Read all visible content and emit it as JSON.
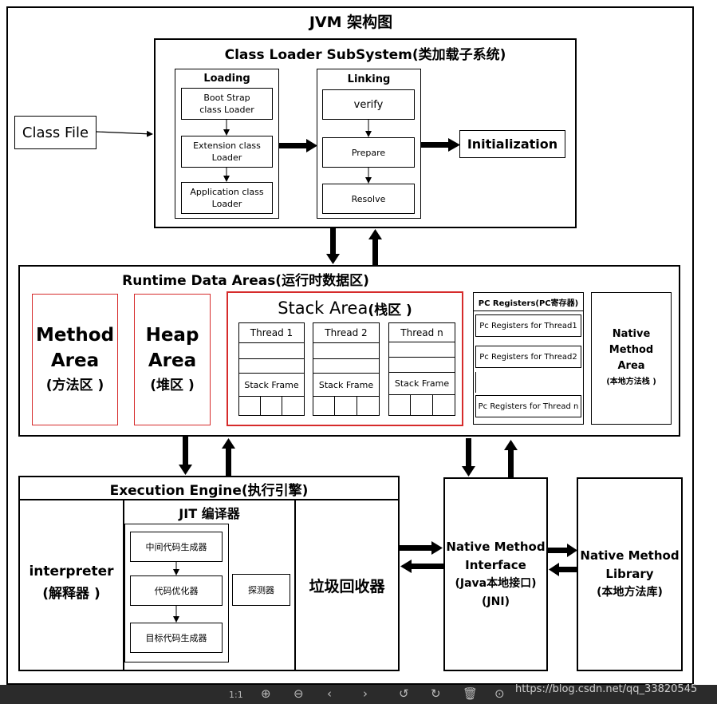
{
  "title": "JVM 架构图",
  "class_file": "Class File",
  "class_loader": {
    "title": "Class Loader SubSystem(类加载子系统)",
    "loading_label": "Loading",
    "loaders": [
      {
        "line1": "Boot Strap",
        "line2": "class Loader"
      },
      {
        "line1": "Extension class",
        "line2": "Loader"
      },
      {
        "line1": "Application class",
        "line2": "Loader"
      }
    ],
    "linking_label": "Linking",
    "linking_steps": [
      "verify",
      "Prepare",
      "Resolve"
    ],
    "initialization": "Initialization"
  },
  "runtime": {
    "title": "Runtime Data Areas(运行时数据区)",
    "method_area": {
      "line1": "Method",
      "line2": "Area",
      "line3": "(方法区 )"
    },
    "heap_area": {
      "line1": "Heap",
      "line2": "Area",
      "line3": "(堆区 )"
    },
    "stack_area": {
      "title_main": "Stack Area",
      "title_cn": "(栈区 )",
      "threads": [
        "Thread 1",
        "Thread 2",
        "Thread n"
      ],
      "frame_label": "Stack Frame"
    },
    "pc_registers": {
      "title": "PC Registers(PC寄存器)",
      "items": [
        "Pc Registers for Thread1",
        "Pc Registers for Thread2",
        "Pc Registers for Thread n"
      ]
    },
    "native_stack": {
      "line1": "Native",
      "line2": "Method",
      "line3": "Area",
      "line4": "(本地方法栈 )"
    }
  },
  "execution": {
    "title": "Execution Engine(执行引擎)",
    "interpreter": {
      "line1": "interpreter",
      "line2": "(解释器 )"
    },
    "jit": {
      "title": "JIT 编译器",
      "steps": [
        "中间代码生成器",
        "代码优化器",
        "目标代码生成器"
      ],
      "detector": "探测器"
    },
    "gc": "垃圾回收器"
  },
  "jni": {
    "line1": "Native Method",
    "line2": "Interface",
    "line3": "(Java本地接口)",
    "line4": "(JNI)"
  },
  "native_lib": {
    "line1": "Native Method",
    "line2": "Library",
    "line3": "(本地方法库)"
  },
  "watermark": "https://blog.csdn.net/qq_33820545",
  "colors": {
    "red_border": "#d62b2b",
    "line": "#000000"
  }
}
